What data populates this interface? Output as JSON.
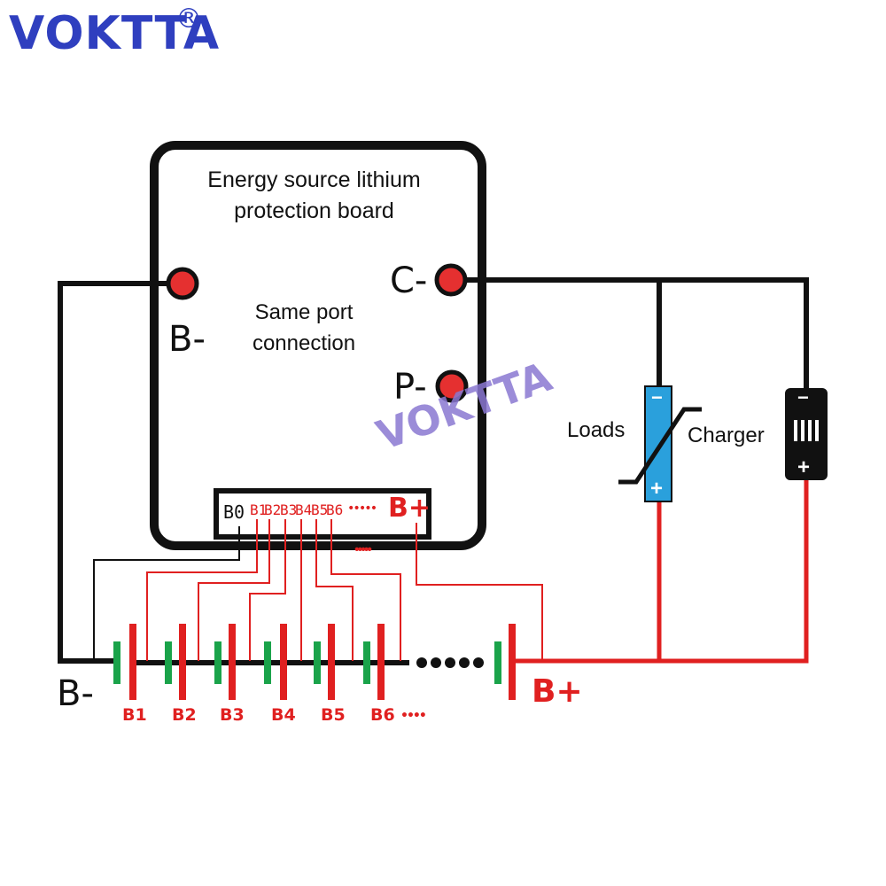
{
  "brand": {
    "logo": "VOKTTA",
    "registered": "®"
  },
  "board": {
    "title": "Energy source lithium protection board",
    "title_lines": [
      "Energy source lithium",
      "protection board"
    ],
    "port_note_lines": [
      "Same port",
      "connection"
    ],
    "ports": {
      "b_minus": "B-",
      "c_minus": "C-",
      "p_minus": "P-"
    },
    "connector": {
      "pins": [
        "B0",
        "B1",
        "B2",
        "B3",
        "B4",
        "B5",
        "B6"
      ],
      "ellipsis": "•••••",
      "b_plus": "B+"
    }
  },
  "battery": {
    "cells": [
      "B1",
      "B2",
      "B3",
      "B4",
      "B5",
      "B6"
    ],
    "more": "••••",
    "b_minus": "B-",
    "b_plus": "B+"
  },
  "loads": {
    "label": "Loads",
    "minus": "−",
    "plus": "+"
  },
  "charger": {
    "label": "Charger",
    "minus": "−",
    "plus": "+"
  },
  "watermark": "VOKTTA",
  "colors": {
    "wire_black": "#111111",
    "wire_red": "#e02020",
    "terminal_red": "#e53030",
    "cell_negative_green": "#1aa34a",
    "loads_blue": "#2aa0dc",
    "brand_blue": "#2f3fbf",
    "watermark_purple": "#8a78d2"
  }
}
